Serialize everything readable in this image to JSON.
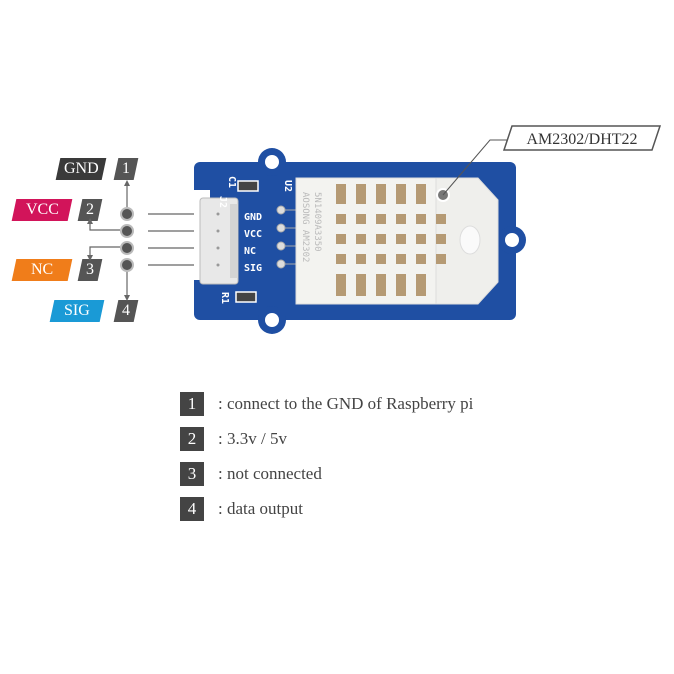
{
  "pin_labels": [
    {
      "name": "GND",
      "number": "1",
      "color": "#3a3a3a"
    },
    {
      "name": "VCC",
      "number": "2",
      "color": "#d2145a"
    },
    {
      "name": "NC",
      "number": "3",
      "color": "#f07d1a"
    },
    {
      "name": "SIG",
      "number": "4",
      "color": "#1a9ad6"
    }
  ],
  "board": {
    "color": "#1f4fa3",
    "pin_silkscreen": [
      "GND",
      "VCC",
      "NC",
      "SIG"
    ],
    "designators": {
      "connector": "J2",
      "cap": "C1",
      "sensor": "U2",
      "resistor": "R1"
    },
    "sensor_marking": [
      "AOSONG AM2302",
      "5N1409A3350"
    ]
  },
  "callout": {
    "text": "AM2302/DHT22"
  },
  "legend": [
    {
      "number": "1",
      "text": ": connect to the GND of Raspberry pi"
    },
    {
      "number": "2",
      "text": ": 3.3v / 5v"
    },
    {
      "number": "3",
      "text": ": not connected"
    },
    {
      "number": "4",
      "text": ": data output"
    }
  ]
}
